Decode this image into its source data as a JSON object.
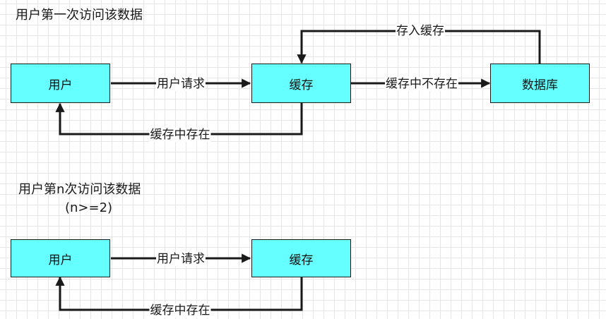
{
  "section1": {
    "title": "用户第一次访问该数据",
    "nodes": {
      "user": "用户",
      "cache": "缓存",
      "database": "数据库"
    },
    "edges": {
      "request": "用户请求",
      "cache_miss": "缓存中不存在",
      "store": "存入缓存",
      "cache_hit": "缓存中存在"
    }
  },
  "section2": {
    "title_line1": "用户第n次访问该数据",
    "title_line2": "(n>=2)",
    "nodes": {
      "user": "用户",
      "cache": "缓存"
    },
    "edges": {
      "request": "用户请求",
      "cache_hit": "缓存中存在"
    }
  },
  "colors": {
    "node_fill": "#66ffff",
    "stroke": "#1a1a1a",
    "grid": "#e6e6e6"
  }
}
